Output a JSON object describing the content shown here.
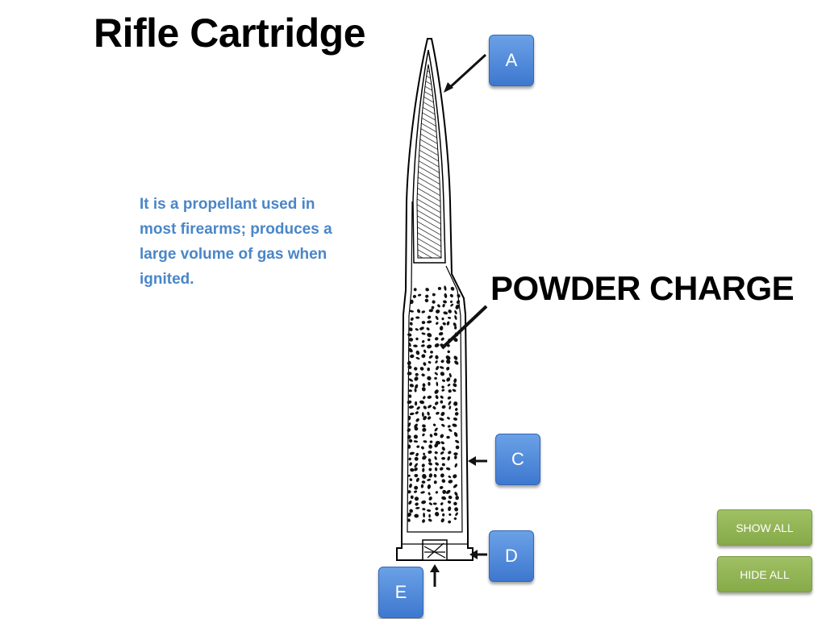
{
  "title": "Rifle Cartridge",
  "description": "It is a propellant used in most firearms; produces a large volume of gas when ignited.",
  "revealed_label": "POWDER CHARGE",
  "label_buttons": {
    "a": "A",
    "c": "C",
    "d": "D",
    "e": "E"
  },
  "actions": {
    "show_all": "SHOW ALL",
    "hide_all": "HIDE ALL"
  },
  "colors": {
    "label_button": "#4a86d8",
    "action_button": "#93b556",
    "description_text": "#4a86c8"
  },
  "icons": [
    "cartridge-diagram",
    "arrow-icon"
  ]
}
